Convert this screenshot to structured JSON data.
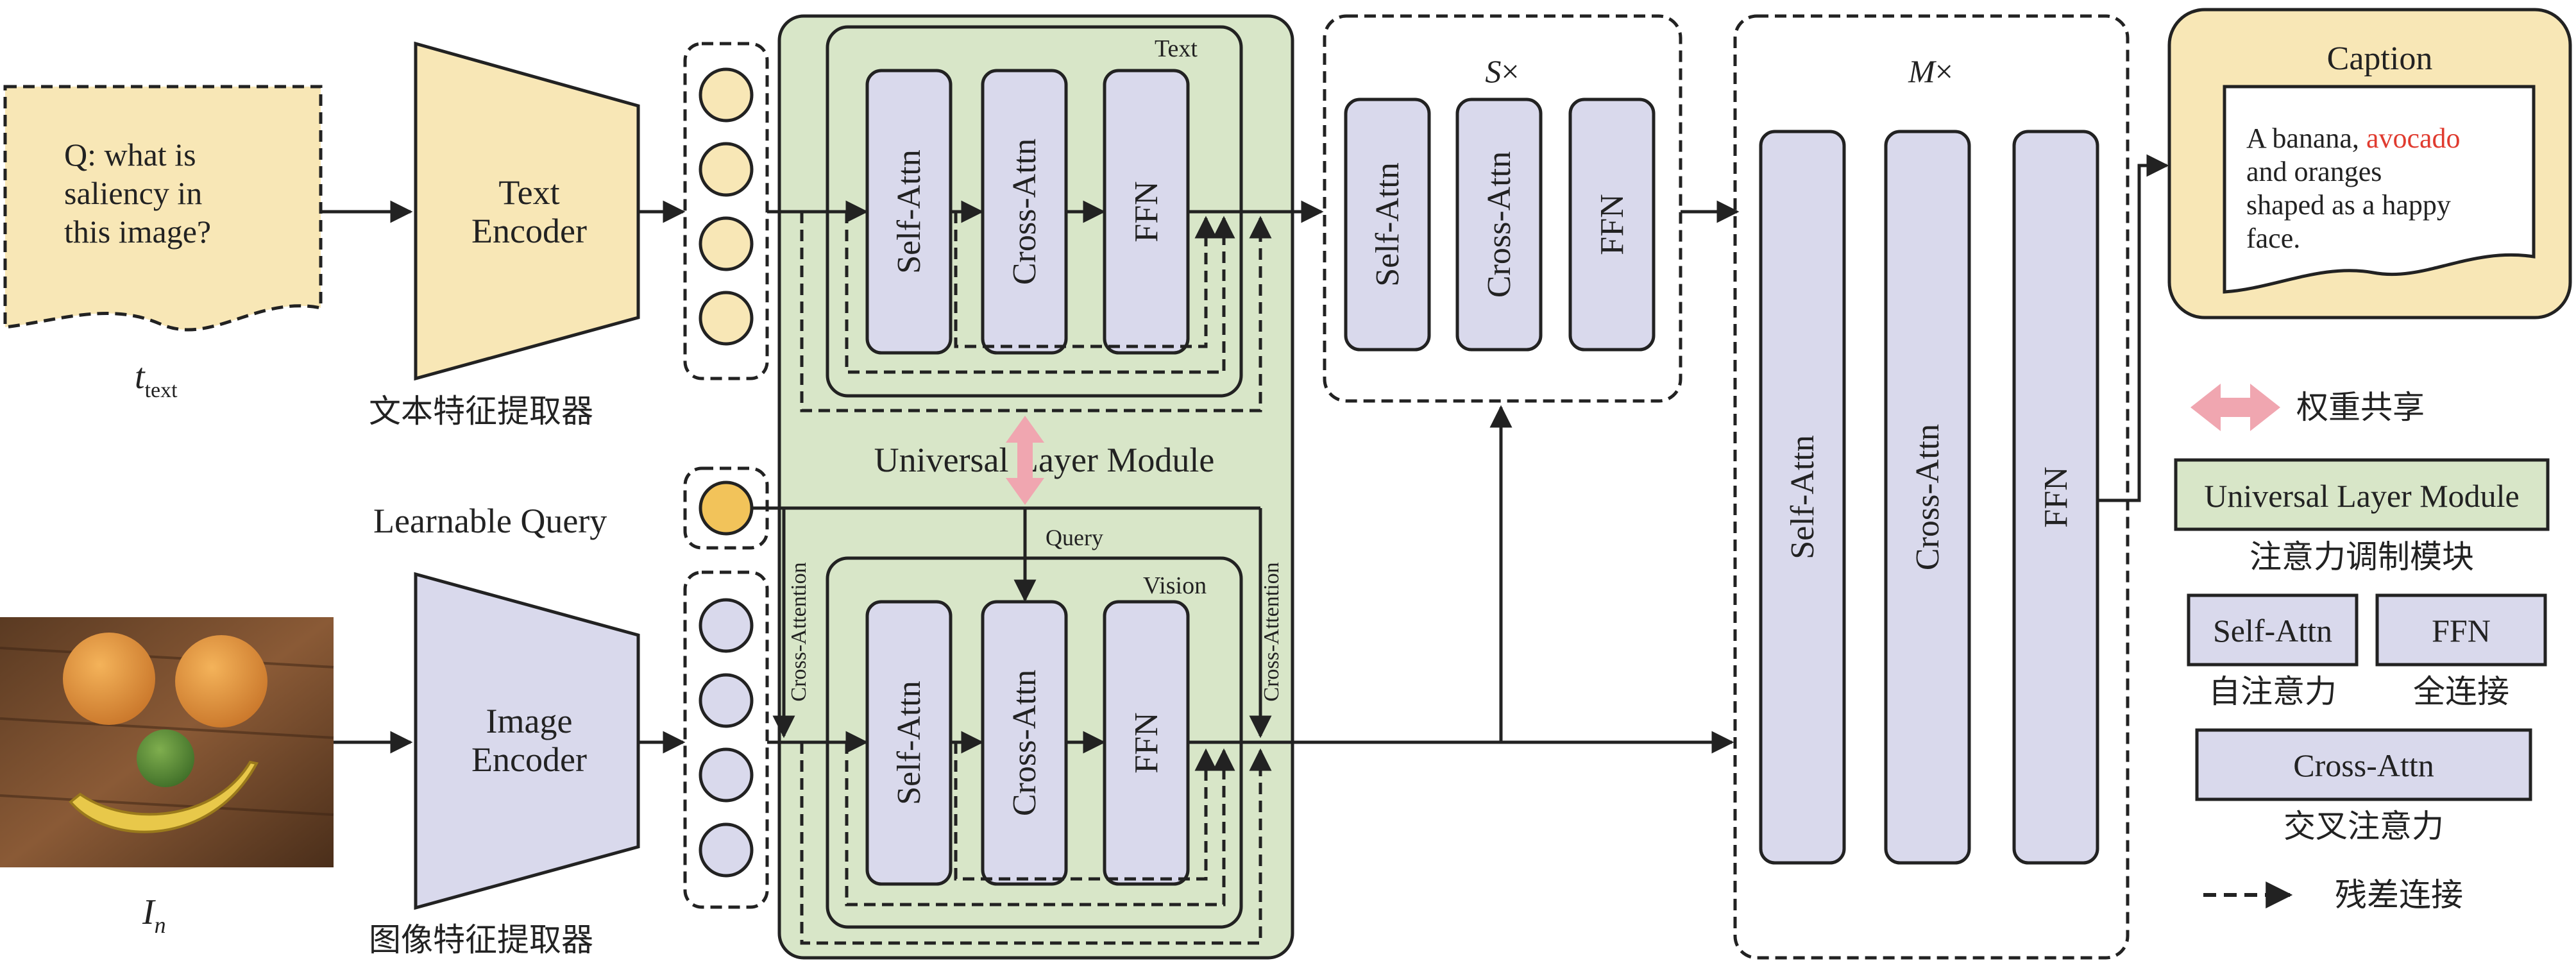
{
  "input_text": {
    "question_lines": [
      "Q: what is",
      "saliency in",
      "this image?"
    ],
    "label_main": "t",
    "label_sub": "text"
  },
  "text_encoder": {
    "lines": [
      "Text",
      "Encoder"
    ],
    "cn_label": "文本特征提取器"
  },
  "image_encoder": {
    "lines": [
      "Image",
      "Encoder"
    ],
    "cn_label": "图像特征提取器"
  },
  "input_image": {
    "label_main": "I",
    "label_sub": "n"
  },
  "learnable_query": "Learnable Query",
  "ulm": {
    "title": "Universal Layer Module",
    "text_branch_label": "Text",
    "vision_branch_label": "Vision",
    "query_label": "Query",
    "cross_attention_label": "Cross-Attention",
    "blocks": [
      "Self-Attn",
      "Cross-Attn",
      "FFN"
    ]
  },
  "s_block": {
    "label_var": "S",
    "label_times": "×",
    "blocks": [
      "Self-Attn",
      "Cross-Attn",
      "FFN"
    ]
  },
  "m_block": {
    "label_var": "M",
    "label_times": "×",
    "blocks": [
      "Self-Attn",
      "Cross-Attn",
      "FFN"
    ]
  },
  "caption": {
    "title": "Caption",
    "lines": [
      {
        "pre": "A banana, ",
        "hl": "avocado"
      },
      {
        "pre": "and oranges",
        "hl": ""
      },
      {
        "pre": "shaped as a happy",
        "hl": ""
      },
      {
        "pre": "face.",
        "hl": ""
      }
    ]
  },
  "legend": {
    "weight_share": "权重共享",
    "ulm_box": "Universal Layer Module",
    "ulm_cn": "注意力调制模块",
    "self_attn_box": "Self-Attn",
    "self_attn_cn": "自注意力",
    "ffn_box": "FFN",
    "ffn_cn": "全连接",
    "cross_attn_box": "Cross-Attn",
    "cross_attn_cn": "交叉注意力",
    "residual_cn": "残差连接"
  },
  "colors": {
    "text_fill": "#f8e7b6",
    "vision_fill": "#d9d9ec",
    "ulm_fill": "#d8e6c8",
    "query_token": "#f2c35a",
    "highlight": "#e03b2f",
    "weight_share_arrow": "#f0a6b0",
    "stroke": "#222222"
  }
}
